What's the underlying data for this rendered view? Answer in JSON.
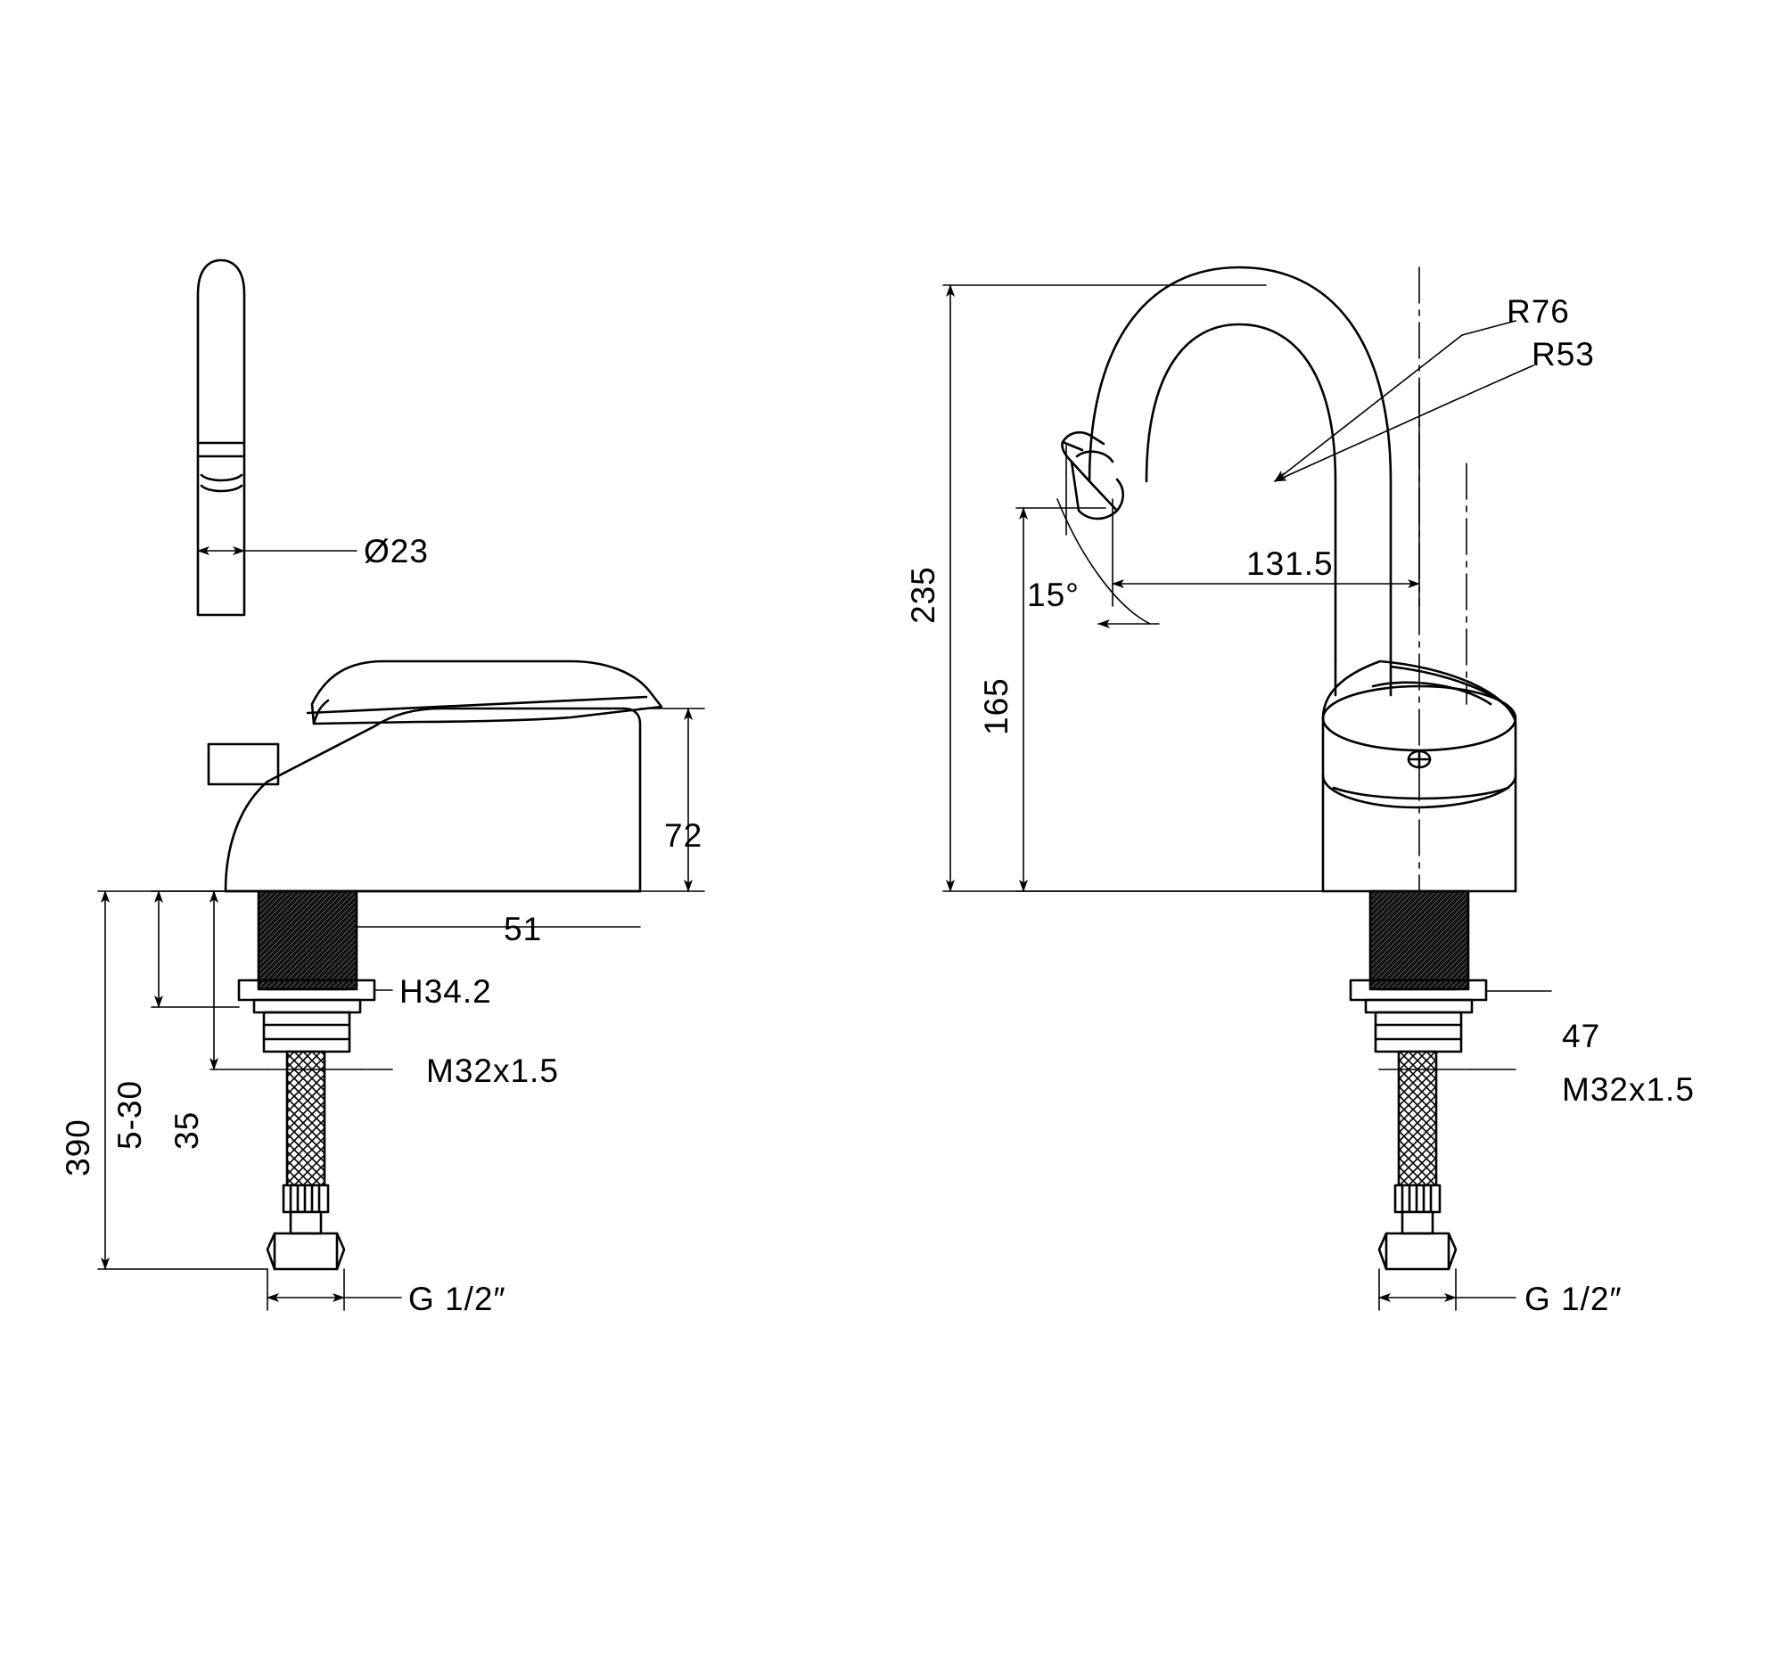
{
  "drawing": {
    "title": "Faucet technical dimension drawing",
    "views": [
      {
        "name": "front-view",
        "labels": {
          "spout_diameter": "Ø23",
          "handle_height": "72",
          "body_width": "51",
          "shank_flat": "H34.2",
          "thread": "M32x1.5",
          "clamp_range": "5-30",
          "shank_length": "35",
          "hose_length": "390",
          "hose_thread": "G  1/2″"
        }
      },
      {
        "name": "side-view",
        "labels": {
          "radius_outer": "R76",
          "radius_inner": "R53",
          "total_height": "235",
          "spout_height": "165",
          "spout_reach": "131.5",
          "aerator_angle": "15°",
          "cap_width": "47",
          "thread": "M32x1.5",
          "hose_thread": "G  1/2″"
        }
      }
    ],
    "colors": {
      "line": "#000000",
      "background": "#ffffff",
      "knurl_fill": "#1a1a1a"
    }
  }
}
